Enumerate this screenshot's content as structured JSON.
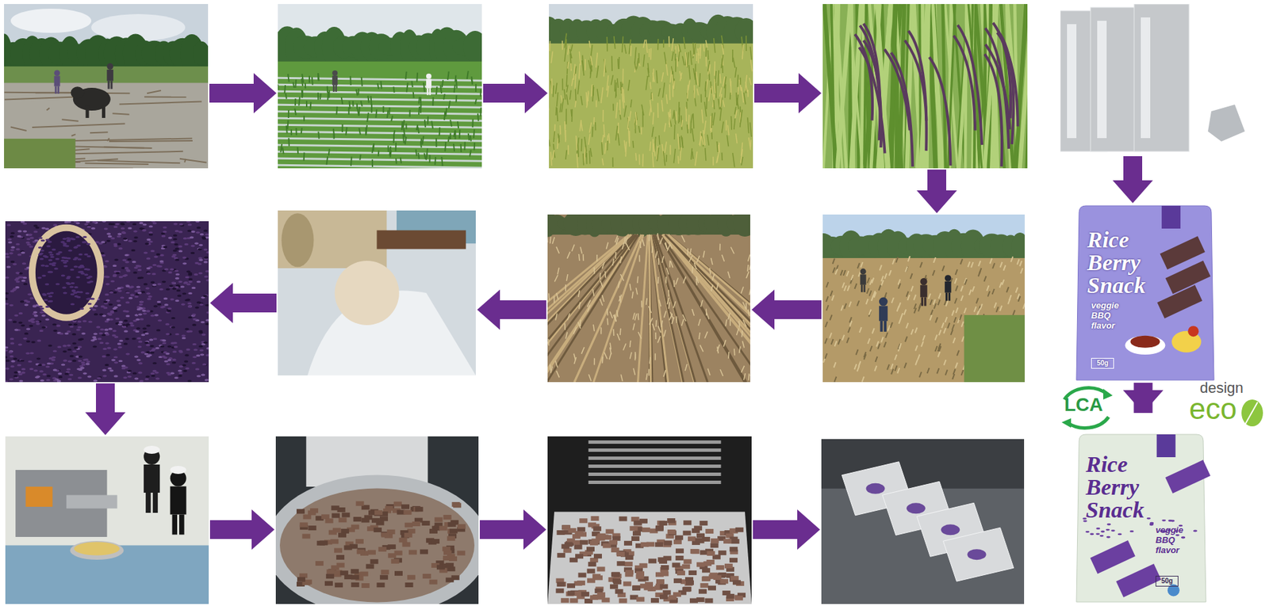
{
  "diagram": {
    "nodes": [
      {
        "text": [
          "Rice Berry Snack",
          "veggie BBQ flavor",
          "50g"
        ]
      },
      {
        "text": [
          "Rice Berry Snack",
          "veggie BBQ flavor",
          "50g"
        ]
      }
    ],
    "edges": [
      {
        "from": 0,
        "to": 1,
        "arrow": "to"
      }
    ],
    "labels": [
      "LCA",
      "design",
      "eco"
    ]
  }
}
